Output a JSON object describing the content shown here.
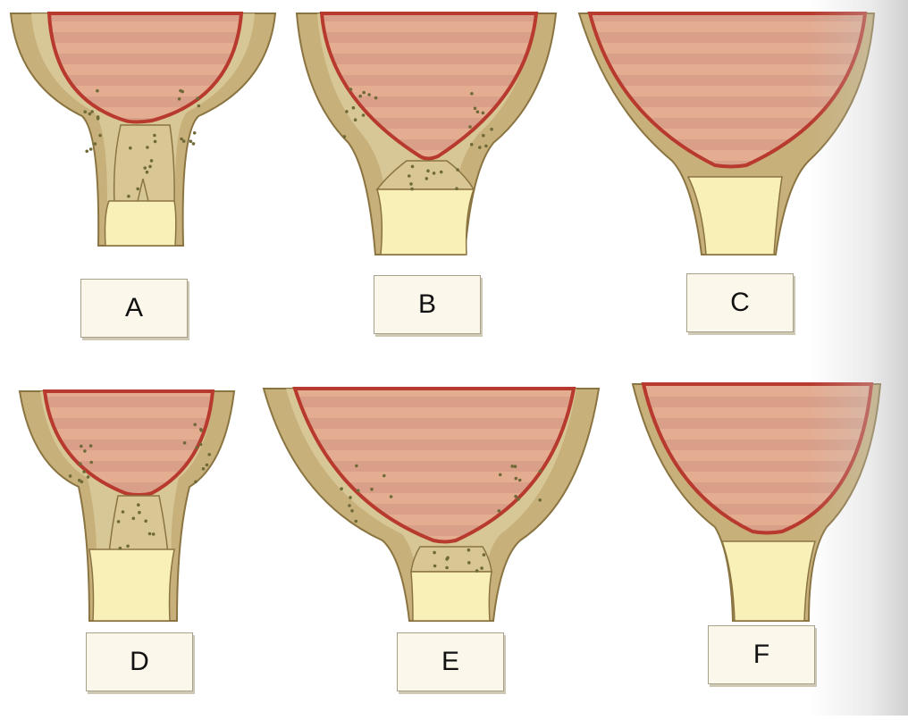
{
  "panels": [
    {
      "id": "A",
      "label": "A",
      "stage": "open-a"
    },
    {
      "id": "B",
      "label": "B",
      "stage": "open-b"
    },
    {
      "id": "C",
      "label": "C",
      "stage": "fused"
    },
    {
      "id": "D",
      "label": "D",
      "stage": "open-d"
    },
    {
      "id": "E",
      "label": "E",
      "stage": "open-e"
    },
    {
      "id": "F",
      "label": "F",
      "stage": "fused"
    }
  ],
  "colors": {
    "epiphysis": "#e4ad92",
    "epiphysis_stripe": "#d9a08a",
    "articular_line": "#b83a2f",
    "cortex": "#c8b07a",
    "cortex_edge": "#8a7442",
    "spongy": "#d9c89a",
    "medulla": "#f8f0b6",
    "dot": "#6f6a38"
  }
}
